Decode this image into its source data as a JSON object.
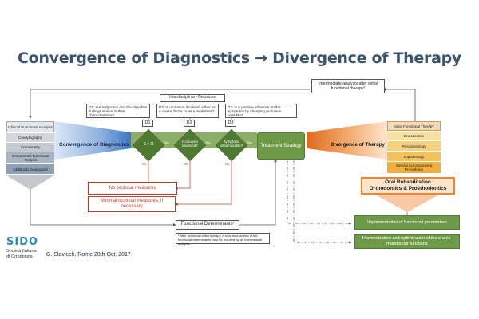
{
  "title": "Convergence of Diagnostics → Divergence of Therapy",
  "intermediate_box": "Intermediate analysis after initial functional therapy¹",
  "interdisciplinary": "Interdisciplinary Decisions",
  "questions": {
    "d1_q": "D1: Are subjective and the objective findings similar in their characteristics?",
    "d2_q": "D2: Is occlusion involved, either as a causal factor or as a modulator?",
    "d3_q": "D3: Is a positive influence on the symptoms by changing occlusion possible?"
  },
  "decision_labels": [
    "D1",
    "D2",
    "D3"
  ],
  "diamonds": {
    "d1": "S ≈ O",
    "d2": "Occlusion involved?",
    "d3": "Symptoms influenceable?"
  },
  "yes_no": {
    "yes": "Yes",
    "no": "No"
  },
  "left_column": {
    "header": "Clinical Functional Analysis",
    "items": [
      "Condylography",
      "Craniometry",
      "Instrumental Functional Analysis",
      "Additional Diagnostics"
    ]
  },
  "convergence_label": {
    "pre": "Convergence of ",
    "post": "iagnostics",
    "mid": "D"
  },
  "treatment_strategy": "Treatment Strategy",
  "divergence_label": {
    "pre": "Divergence of ",
    "mid": "T",
    "post": "herapy"
  },
  "right_column": {
    "header": "Initial Functional Therapy",
    "items": [
      "Endodontics",
      "Periodontology",
      "Implantology",
      "Special Accompanying Procedures"
    ]
  },
  "oral_rehab": {
    "line1": "Oral Rehabilitation",
    "line2": "Orthodontics & Prosthodontics"
  },
  "no_occlusal": "No occlusal measures",
  "minimal_occlusal": "Minimal occlusal measures, if necessary",
  "functional_determinants": "Functional Determinants¹",
  "footnote": "¹ After functional initial therapy, a new assessment of the functional determinants may be required by an intermediate analysis.",
  "implementation": "Implementation of functional parameters",
  "harmonization": "Harmonization and optimization of the cranio-mandibular functions",
  "author": "G. Slavicek, Rome 20th Oct. 2017",
  "logo": {
    "name": "SIDO",
    "line1": "Società Italiana",
    "line2": "di Ortodonzia"
  },
  "colors": {
    "green": "#6e9a47",
    "orange": "#e8863a",
    "red": "#c0392b",
    "blue": "#5b8ccf"
  }
}
